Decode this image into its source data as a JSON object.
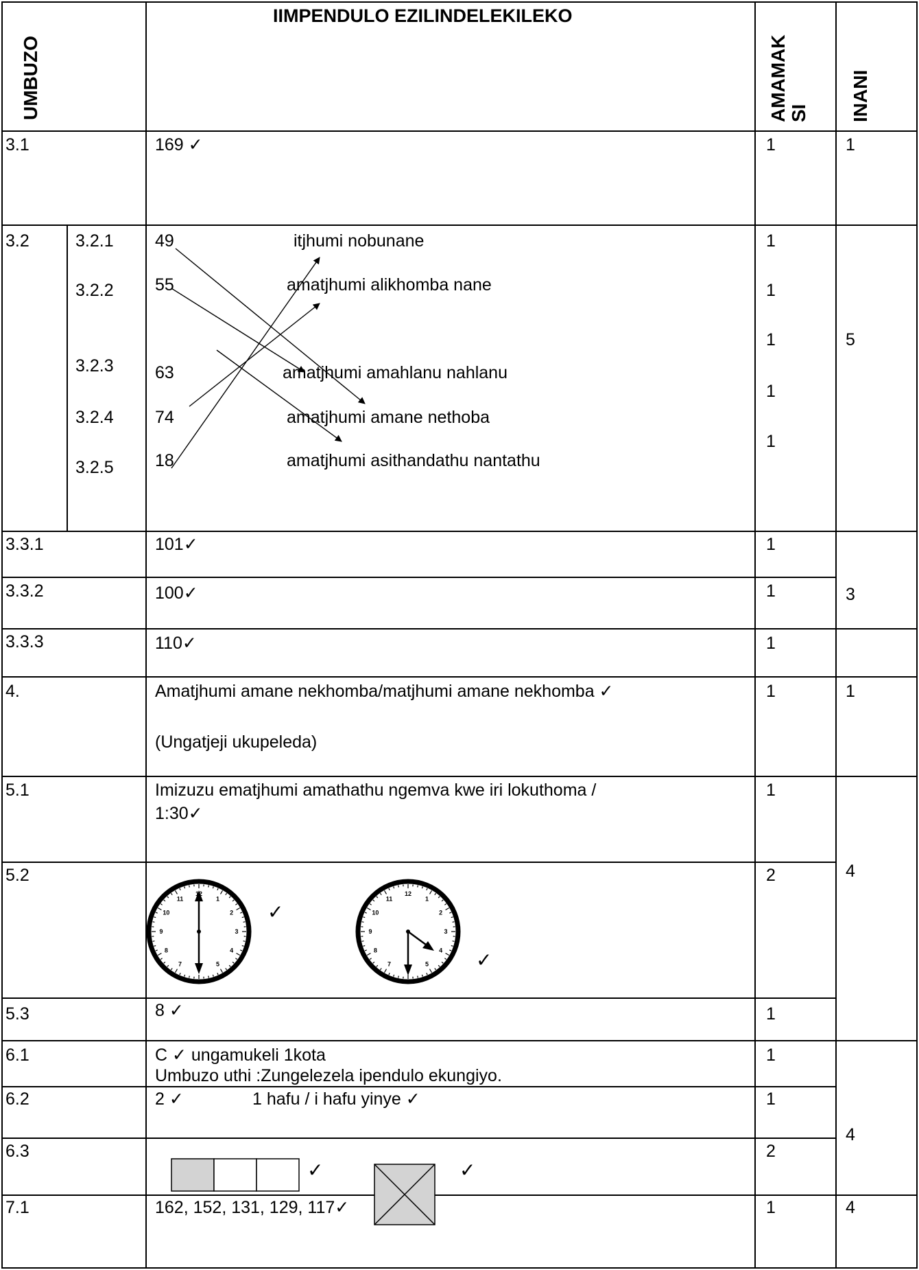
{
  "header": {
    "umbuzo": "UMBUZO",
    "iimpendulo": "IIMPENDULO EZILINDELEKILEKO",
    "amamaksi_1": "AMAMAK",
    "amamaksi_2": "SI",
    "inani": "INANI"
  },
  "q3_1": {
    "q": "3.1",
    "answer": "169 ✓",
    "mark": "1",
    "total": "1"
  },
  "q3_2": {
    "q": "3.2",
    "subs": [
      "3.2.1",
      "3.2.2",
      "3.2.3",
      "3.2.4",
      "3.2.5"
    ],
    "numbers": [
      "49",
      "55",
      "63",
      "74",
      "18"
    ],
    "words": [
      "itjhumi nobunane",
      "amatjhumi alikhomba nane",
      "amatjhumi amahlanu nahlanu",
      "amatjhumi amane nethoba",
      "amatjhumi asithandathu nantathu"
    ],
    "marks": [
      "1",
      "1",
      "1",
      "1",
      "1"
    ],
    "total": "5"
  },
  "q3_3": {
    "rows": [
      {
        "q": "3.3.1",
        "answer": "101✓",
        "mark": "1"
      },
      {
        "q": "3.3.2",
        "answer": "100✓",
        "mark": "1"
      },
      {
        "q": "3.3.3",
        "answer": "110✓",
        "mark": "1"
      }
    ],
    "total": "3"
  },
  "q4": {
    "q": "4.",
    "answer": "Amatjhumi amane nekhomba/matjhumi amane nekhomba ✓",
    "note": "(Ungatjeji ukupeleda)",
    "mark": "1",
    "total": "1"
  },
  "q5": {
    "q5_1": {
      "q": "5.1",
      "line1": "Imizuzu ematjhumi amathathu ngemva kwe iri lokuthoma  /",
      "line2": "1:30✓",
      "mark": "1"
    },
    "q5_2": {
      "q": "5.2",
      "mark": "2",
      "tick1": "✓",
      "tick2": "✓"
    },
    "q5_3": {
      "q": "5.3",
      "answer": "8 ✓",
      "mark": "1"
    },
    "total": "4"
  },
  "clock_numbers": [
    "12",
    "1",
    "2",
    "3",
    "4",
    "5",
    "6",
    "7",
    "8",
    "9",
    "10",
    "11"
  ],
  "q6": {
    "q6_1": {
      "q": "6.1",
      "line1": "C ✓ ungamukeli 1kota",
      "line2": "Umbuzo uthi :Zungelezela ipendulo ekungiyo.",
      "mark": "1"
    },
    "q6_2": {
      "q": "6.2",
      "answer1": "2 ✓",
      "answer2": "1 hafu / i hafu yinye ✓",
      "mark": "1"
    },
    "q6_3": {
      "q": "6.3",
      "mark": "2",
      "tick1": "✓",
      "tick2": "✓"
    },
    "total": "4"
  },
  "q7_1": {
    "q": "7.1",
    "answer": "162, 152, 131, 129, 117✓",
    "mark": "1",
    "total": "4"
  }
}
